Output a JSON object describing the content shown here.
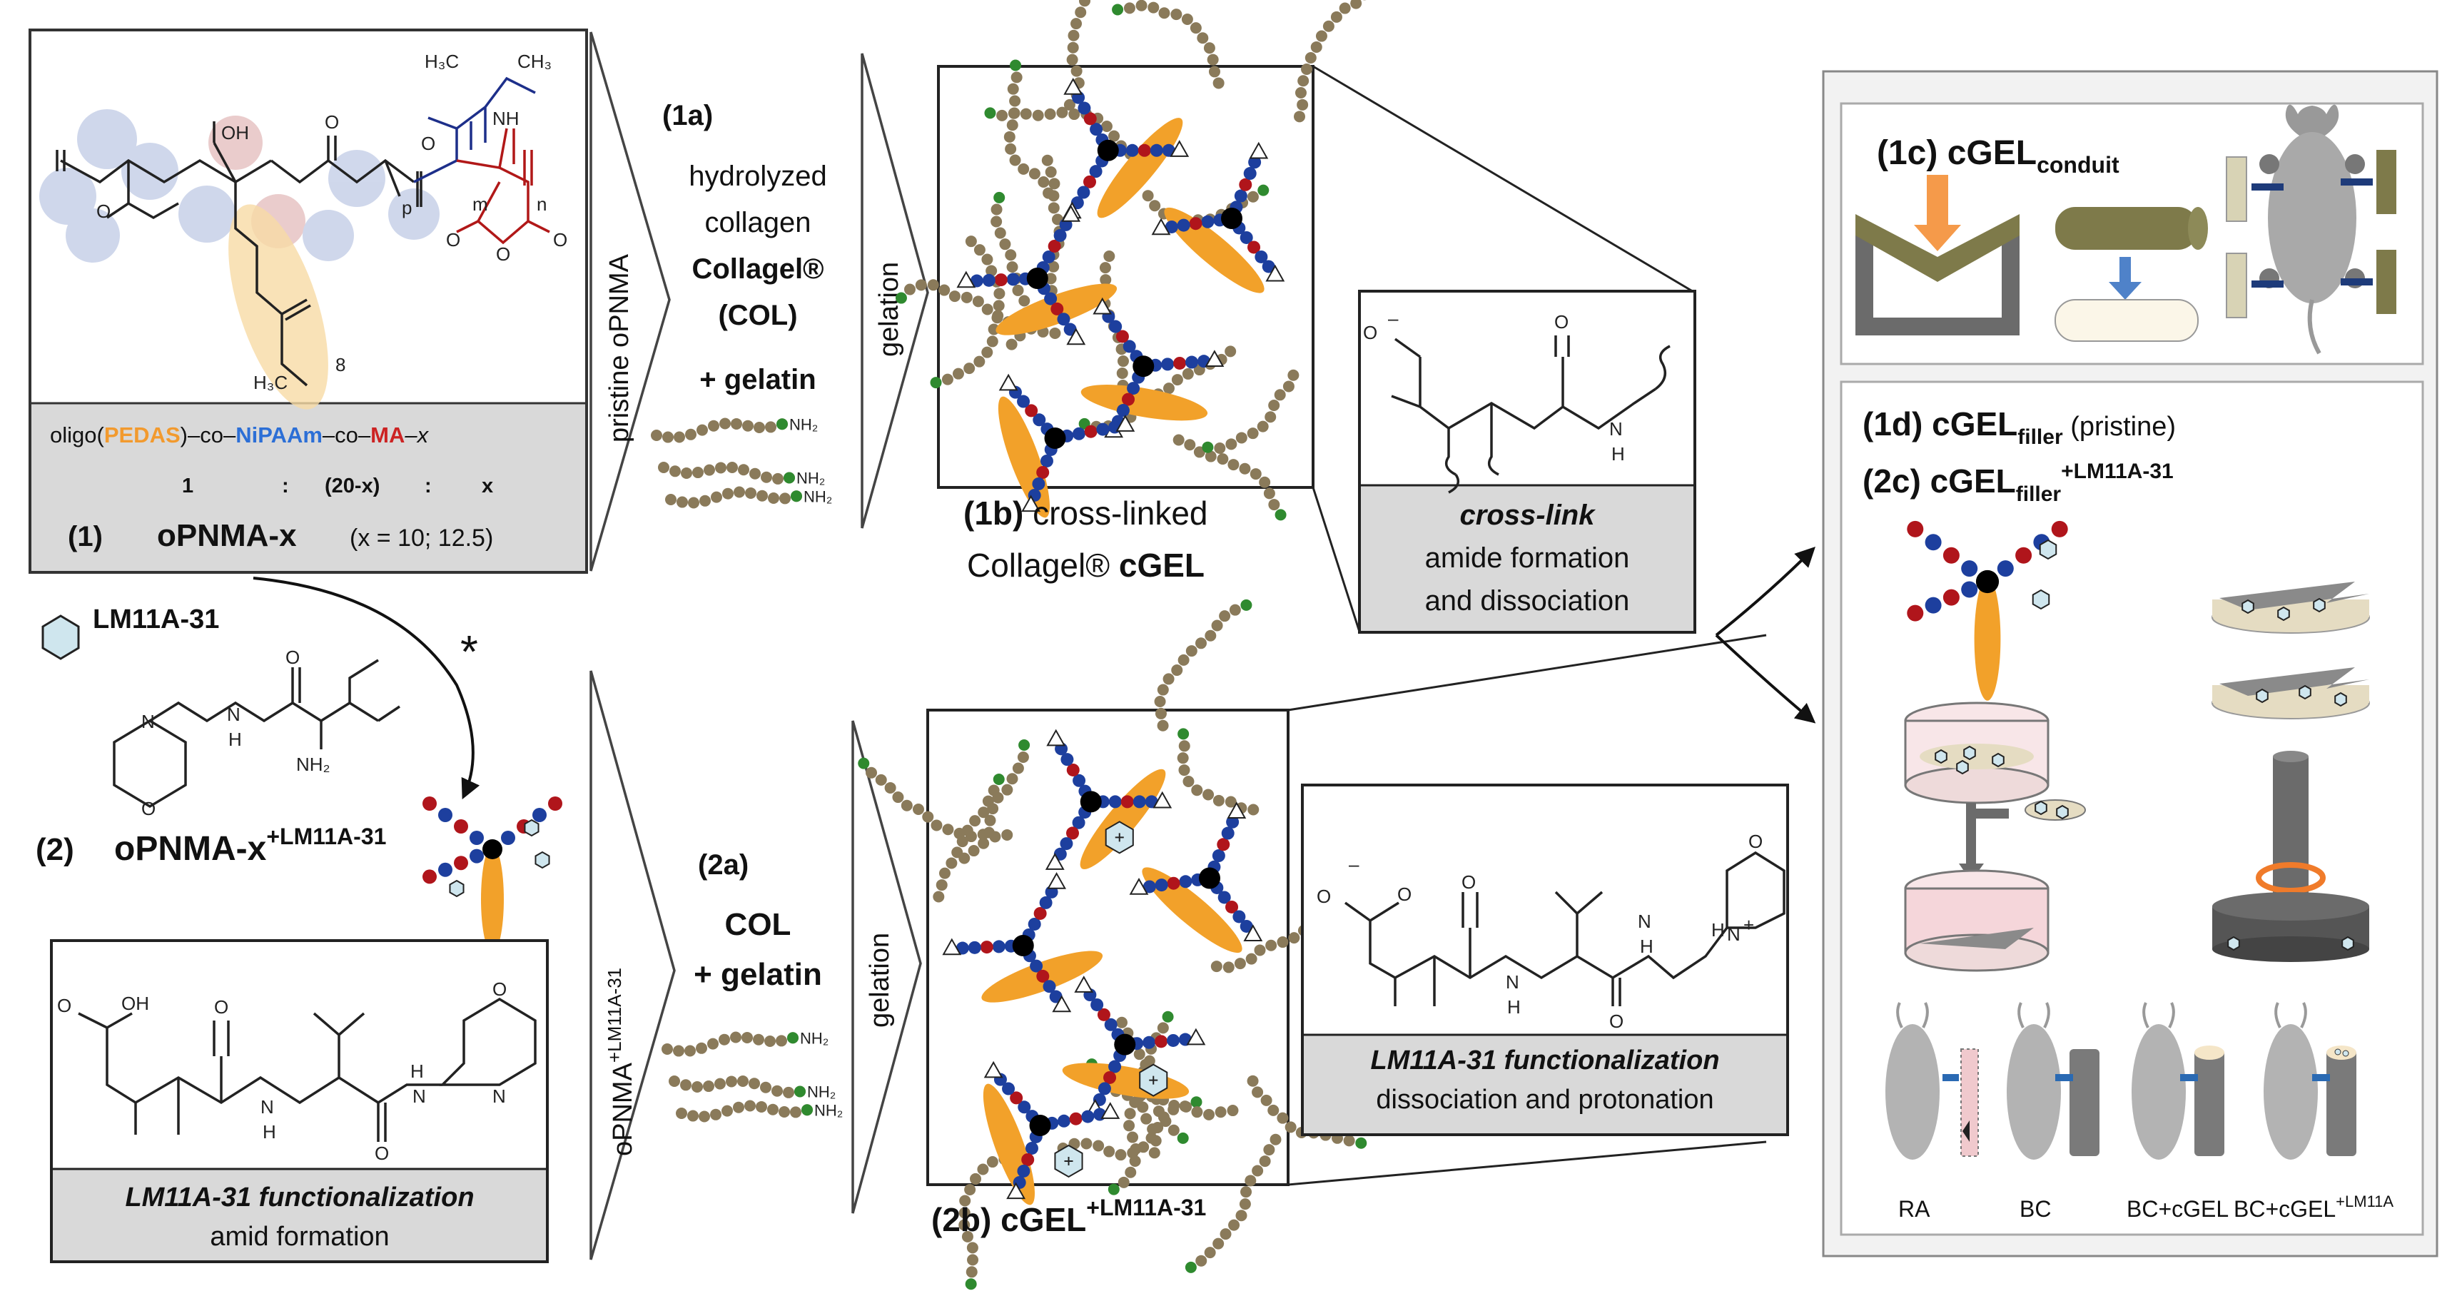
{
  "panel1": {
    "label_left": "oligo(",
    "label_pedas": "PEDAS",
    "label_co1": ")–co–",
    "label_nipaam": "NiPAAm",
    "label_co2": "–co–",
    "label_ma": "MA",
    "label_x": "–x",
    "ratio": [
      "1",
      ":",
      "(20-x)",
      ":",
      "x"
    ],
    "number": "(1)",
    "name": "oPNMA-x",
    "values": "(x = 10; 12.5)",
    "chem_labels": [
      "OH",
      "O",
      "O",
      "H₃C",
      "CH₃",
      "NH",
      "O",
      "H₃C",
      "8",
      "p",
      "m",
      "n",
      "O",
      "O",
      "O"
    ]
  },
  "arrow_top": {
    "label": "pristine oPNMA",
    "step": "(1a)",
    "line1": "hydrolyzed",
    "line2": "collagen",
    "line3": "Collagel®",
    "line4": "(COL)",
    "line5": "+ gelatin",
    "gelation": "gelation",
    "nh2": "NH₂"
  },
  "panel1b": {
    "line1_prefix": "(1b)",
    "line1": "cross-linked",
    "line2": "Collagel®",
    "line2_bold": "cGEL"
  },
  "crosslink": {
    "title": "cross-link",
    "line1": "amide formation",
    "line2": "and dissociation",
    "chem": [
      "O",
      "–",
      "O",
      "N",
      "H"
    ]
  },
  "lm": {
    "label": "LM11A-31",
    "chem": [
      "O",
      "N",
      "H",
      "NH₂",
      "N",
      "O"
    ],
    "asterisk": "*"
  },
  "panel2": {
    "number": "(2)",
    "name": "oPNMA-x",
    "sup": "+LM11A-31",
    "box_title": "LM11A-31 functionalization",
    "box_sub": "amid formation",
    "chem": [
      "OH",
      "O",
      "O",
      "N",
      "H",
      "O",
      "H",
      "N",
      "N",
      "O"
    ]
  },
  "arrow_bottom": {
    "label": "oPNMA",
    "label_sup": "+LM11A-31",
    "step": "(2a)",
    "line1": "COL",
    "line2": "+ gelatin",
    "gelation": "gelation"
  },
  "panel2b": {
    "prefix": "(2b)",
    "name": "cGEL",
    "sup": "+LM11A-31"
  },
  "dissoc": {
    "title": "LM11A-31 functionalization",
    "sub": "dissociation and  protonation",
    "chem": [
      "O",
      "–",
      "O",
      "O",
      "N",
      "H",
      "O",
      "N",
      "H",
      "N",
      "H",
      "+",
      "O"
    ]
  },
  "right": {
    "c1_prefix": "(1c)",
    "c1_name": "cGEL",
    "c1_sub": "conduit",
    "d1_prefix": "(1d)",
    "d1_name": "cGEL",
    "d1_sub": "filler",
    "d1_suffix": "(pristine)",
    "c2_prefix": "(2c)",
    "c2_name": "cGEL",
    "c2_sub": "filler",
    "c2_sup": "+LM11A-31",
    "groups": [
      "RA",
      "BC",
      "BC+cGEL",
      "BC+cGEL"
    ],
    "group4_sup": "+LM11A"
  },
  "colors": {
    "blue": "#1d3f9e",
    "red": "#b0151b",
    "green": "#2f8a2f",
    "brown": "#8a7a5a",
    "orange": "#f2a12a",
    "pedas": "#f29a2e",
    "nipaam": "#2c6fd6",
    "ma": "#cc2323"
  }
}
